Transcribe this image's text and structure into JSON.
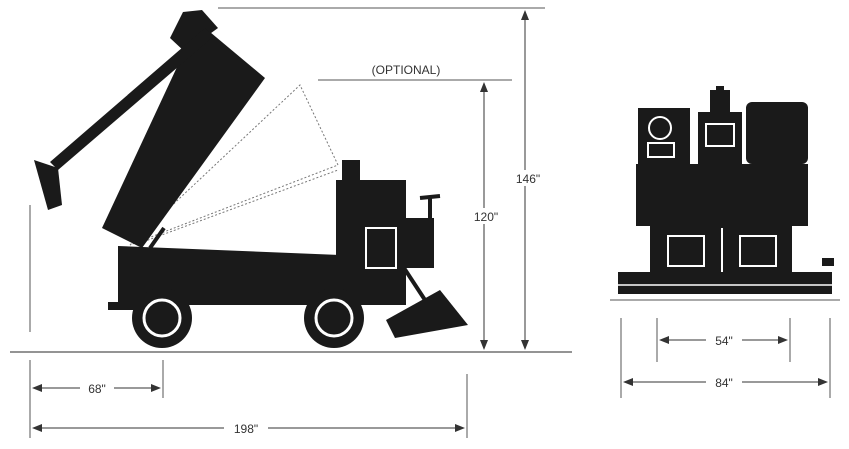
{
  "labels": {
    "optional": "(OPTIONAL)",
    "height_raised": "146\"",
    "height_optional": "120\"",
    "wheelbase": "68\"",
    "length": "198\"",
    "track_width": "54\"",
    "overall_width": "84\""
  },
  "colors": {
    "ink": "#1a1a1a",
    "line": "#555555",
    "paper": "#ffffff"
  }
}
